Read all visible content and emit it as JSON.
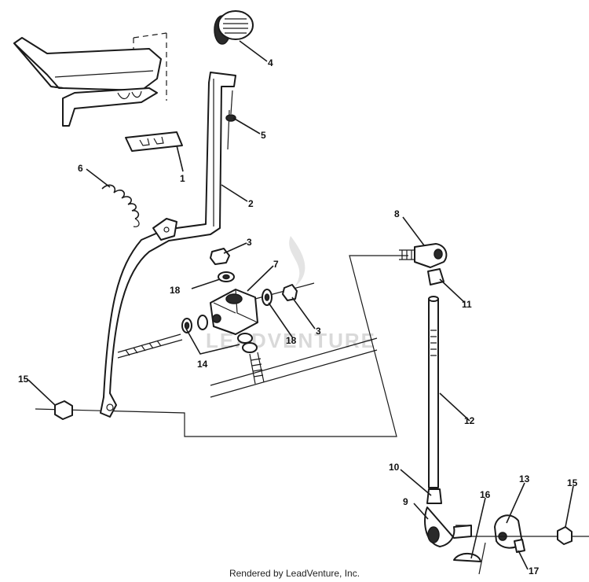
{
  "callouts": {
    "c1": "1",
    "c2": "2",
    "c3a": "3",
    "c3b": "3",
    "c4": "4",
    "c5": "5",
    "c6": "6",
    "c7": "7",
    "c8": "8",
    "c9": "9",
    "c10": "10",
    "c11": "11",
    "c12": "12",
    "c13": "13",
    "c14": "14",
    "c15a": "15",
    "c15b": "15",
    "c16": "16",
    "c17": "17",
    "c18a": "18",
    "c18b": "18"
  },
  "watermark": "LEADVENTURE",
  "footer": "Rendered by LeadVenture, Inc."
}
